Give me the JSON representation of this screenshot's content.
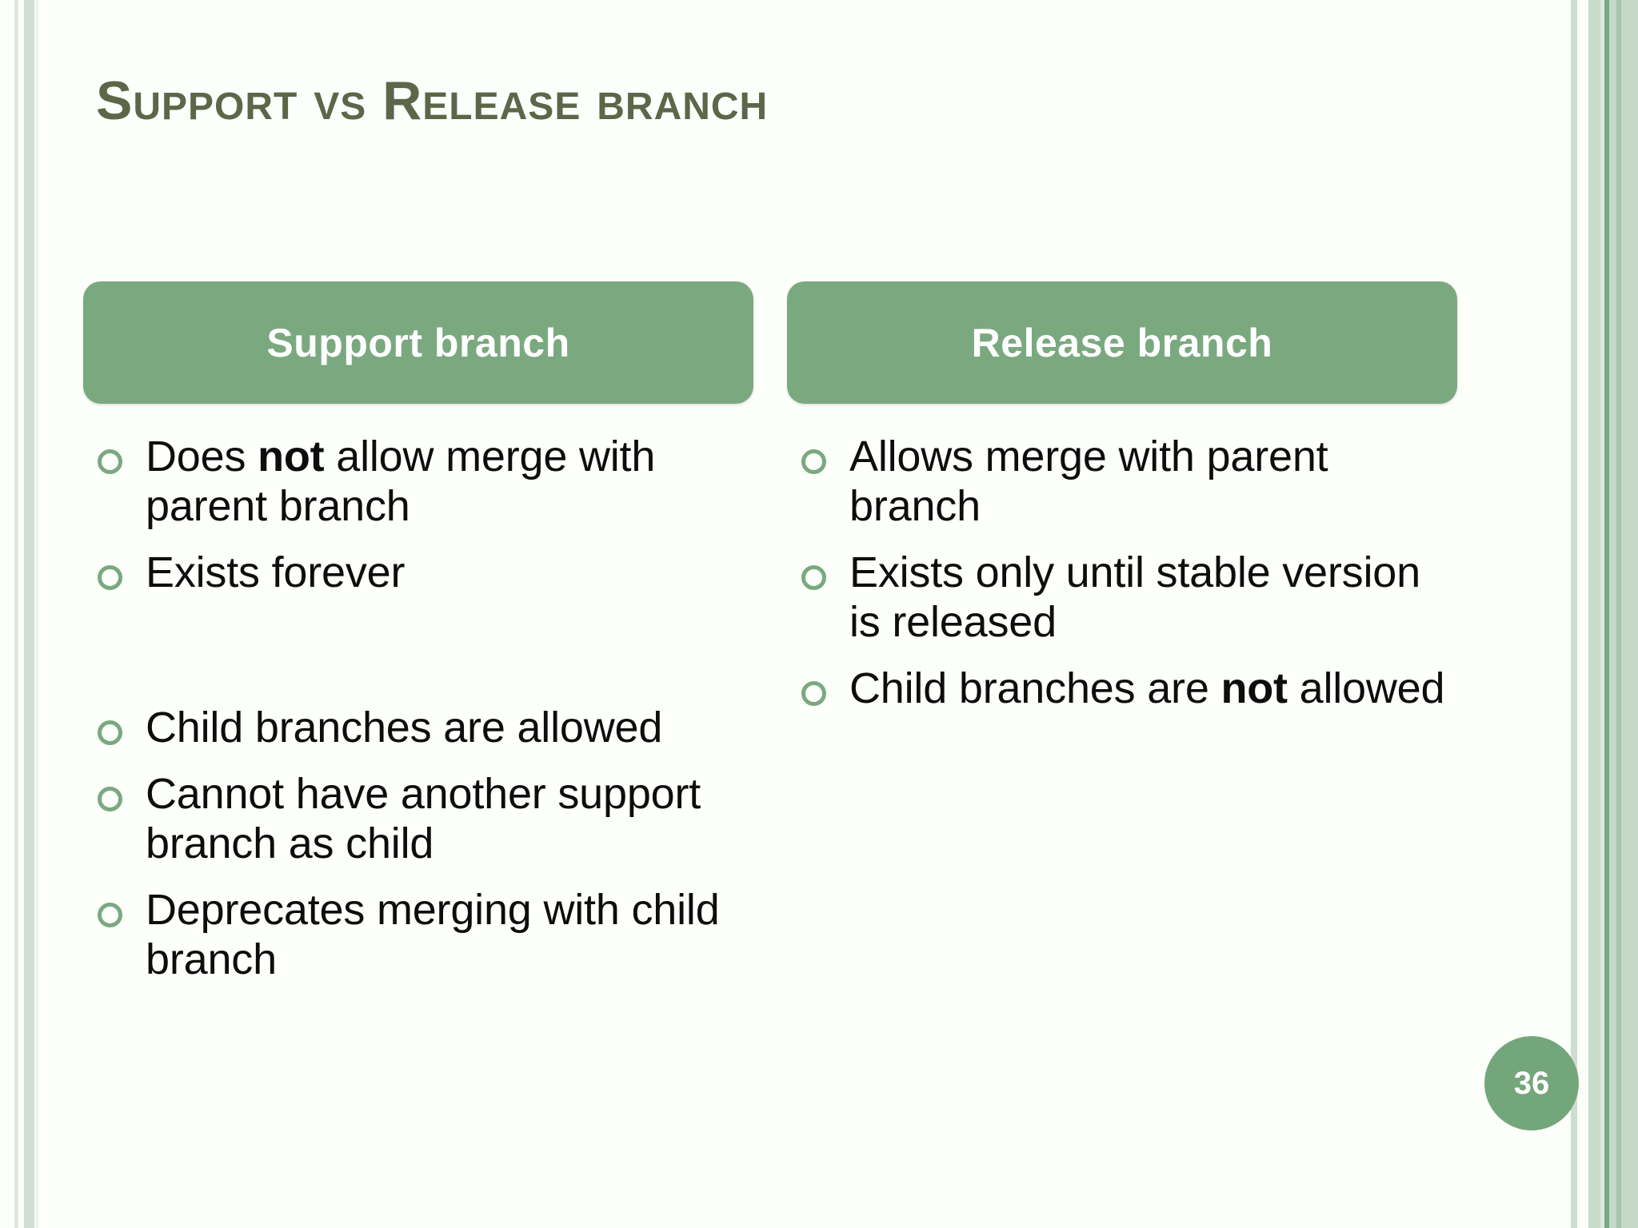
{
  "slide": {
    "title": "Support vs Release branch",
    "page_number": "36",
    "colors": {
      "title_text": "#5d6648",
      "header_box": "#7aa97f",
      "bullet_marker": "#7aa97f",
      "body_text": "#0d0d0d",
      "badge": "#74a67b",
      "background": "#fdfffb"
    }
  },
  "columns": [
    {
      "header": "Support branch",
      "bullets": [
        {
          "prefix": "Does ",
          "emphasis": "not",
          "suffix": " allow merge with parent branch",
          "gap_after": false
        },
        {
          "prefix": "Exists forever",
          "emphasis": "",
          "suffix": "",
          "gap_after": true
        },
        {
          "prefix": "Child branches are allowed",
          "emphasis": "",
          "suffix": "",
          "gap_after": false
        },
        {
          "prefix": "Cannot have another support branch as child",
          "emphasis": "",
          "suffix": "",
          "gap_after": false
        },
        {
          "prefix": "Deprecates merging with child branch",
          "emphasis": "",
          "suffix": "",
          "gap_after": false
        }
      ]
    },
    {
      "header": "Release branch",
      "bullets": [
        {
          "prefix": "Allows merge with parent branch",
          "emphasis": "",
          "suffix": "",
          "gap_after": false
        },
        {
          "prefix": "Exists only until stable version is released",
          "emphasis": "",
          "suffix": "",
          "gap_after": false
        },
        {
          "prefix": "Child branches are ",
          "emphasis": "not",
          "suffix": " allowed",
          "gap_after": false
        }
      ]
    }
  ]
}
